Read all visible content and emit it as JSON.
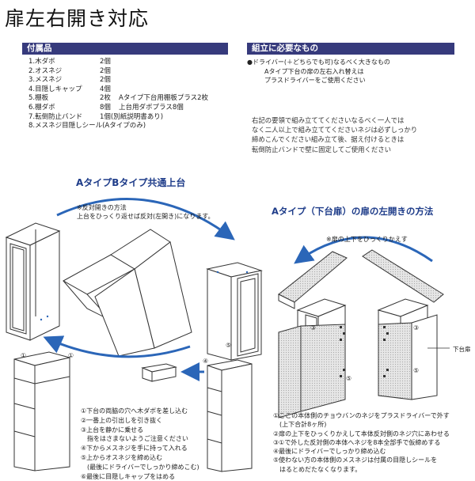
{
  "title": "扉左右開き対応",
  "parts": {
    "header": "付属品",
    "items": [
      {
        "name": "1.木ダボ",
        "qty": "2個",
        "note": ""
      },
      {
        "name": "2.オスネジ",
        "qty": "2個",
        "note": ""
      },
      {
        "name": "3.メスネジ",
        "qty": "2個",
        "note": ""
      },
      {
        "name": "4.目隠しキャップ",
        "qty": "4個",
        "note": ""
      },
      {
        "name": "5.棚板",
        "qty": "2枚",
        "note": "Aタイプ下台用棚板プラス2枚"
      },
      {
        "name": "6.棚ダボ",
        "qty": "8個",
        "note": "上台用ダボプラス8個"
      },
      {
        "name": "7.転倒防止バンド",
        "qty": "1個(別紙説明書あり)",
        "note": ""
      },
      {
        "name": "8.メスネジ目隠しシール(Aタイプのみ)",
        "qty": "",
        "note": ""
      }
    ]
  },
  "tools": {
    "header": "組立に必要なもの",
    "line1": "●ドライバー(＋どちらでも可)なるべく大きなもの",
    "line2": "Aタイプ下台の扉の左右入れ替えは",
    "line3": "プラスドライバーをご使用ください"
  },
  "paragraph": [
    "右記の要領で組み立ててくださいなるべく一人では",
    "なく二人以上で組み立ててくださいネジは必ずしっかり",
    "締めこんでください組み立て後、据え付けるときは",
    "転倒防止バンドで壁に固定してご使用ください"
  ],
  "section_a": {
    "heading": "AタイプBタイプ共通上台",
    "note1": "※反対開きの方法",
    "note2": "上台をひっくり返せば反対(左開き)になります。",
    "steps": [
      "①下台の両脇の穴へ木ダボを差し込む",
      "②一番上の引出しを引き抜く",
      "③上台を静かに乗せる",
      "　指をはさまないようご注意ください",
      "④下からメスネジを手に持って入れる",
      "⑤上からオスネジを締め込む",
      "　(最後にドライバーでしっかり締めこむ)",
      "⑥最後に目隠しキャップをはめる"
    ],
    "labels": [
      "①",
      "①",
      "⑤",
      "④"
    ]
  },
  "section_b": {
    "heading": "Aタイプ（下台扉）の扉の左開きの方法",
    "note": "※扉の上下をひっくりかえす",
    "callout": "下台扉",
    "labels": [
      "③",
      "⑤",
      "③",
      "⑤"
    ],
    "steps": [
      "①ここの本体側のチョウバンのネジをプラスドライバーで外す",
      "　(上下合計8ヶ所)",
      "②扉の上下をひっくりかえして本体反対側のネジ穴にあわせる",
      "③①で外した反対側の本体へネジを8本全部手で仮締めする",
      "④最後にドライバーでしっかり締め込む",
      "⑤使わない方の本体側のメスネジは付属の目隠しシールを",
      "　はるとめだたなくなります。"
    ]
  },
  "colors": {
    "header_bar": "#363a7c",
    "arrow": "#2b66b8",
    "heading": "#1f3d8a"
  }
}
